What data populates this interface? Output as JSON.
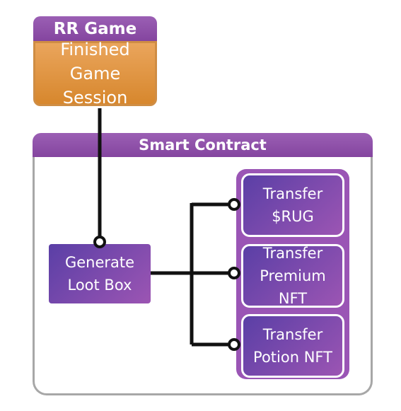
{
  "rr_game": {
    "title": "RR Game",
    "box_line1": "Finished",
    "box_line2": "Game Session"
  },
  "smart_contract": {
    "title": "Smart Contract",
    "generate": {
      "line1": "Generate",
      "line2": "Loot Box"
    },
    "transfers": [
      {
        "line1": "Transfer",
        "line2": "$RUG"
      },
      {
        "line1": "Transfer",
        "line2": "Premium NFT"
      },
      {
        "line1": "Transfer",
        "line2": "Potion NFT"
      }
    ]
  },
  "colors": {
    "header_purple": "#8f4faa",
    "game_orange": "#df943e",
    "box_purple_start": "#5a3fa6",
    "box_purple_end": "#9c55b3",
    "frame_gray": "#a7a7a7",
    "connector": "#111111"
  }
}
